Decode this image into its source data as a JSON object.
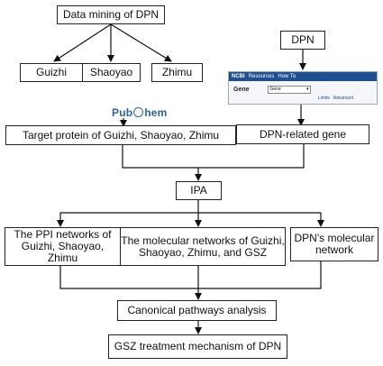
{
  "boxes": {
    "data_mining": "Data mining of DPN",
    "guizhi": "Guizhi",
    "shaoyao": "Shaoyao",
    "zhimu": "Zhimu",
    "dpn": "DPN",
    "target_protein": "Target protein of Guizhi, Shaoyao, Zhimu",
    "dpn_gene": "DPN-related gene",
    "ipa": "IPA",
    "ppi": "The PPI networks of Guizhi, Shaoyao, Zhimu",
    "molecular": "The molecular networks of Guizhi, Shaoyao, Zhimu, and GSZ",
    "dpn_network": "DPN's molecular network",
    "canonical": "Canonical pathways analysis",
    "mechanism": "GSZ treatment mechanism of DPN"
  },
  "pubchem": {
    "left": "Pub",
    "right": "hem"
  },
  "ncbi": {
    "logo": "NCBI",
    "resources": "Resources",
    "howto": "How To",
    "field_label": "Gene",
    "select_value": "Gene",
    "links": "Limits",
    "advanced": "Advanced"
  }
}
